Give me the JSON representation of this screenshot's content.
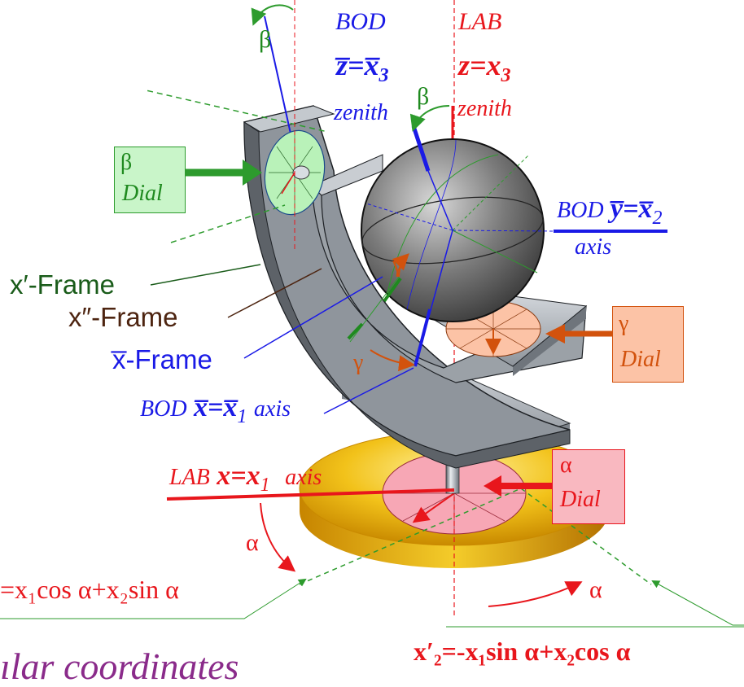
{
  "labels": {
    "bod": "BOD",
    "lab": "LAB",
    "bod_z": "z̅=x̅",
    "bod_z_sub": "3",
    "lab_z": "z=x",
    "lab_z_sub": "3",
    "zenith_bod": "zenith",
    "zenith_lab": "zenith",
    "beta_top": "β",
    "beta_mid": "β",
    "bod_y_prefix": "BOD",
    "bod_y": "y̅=x̅",
    "bod_y_sub": "2",
    "bod_y_axis": "axis",
    "x1_frame": "x′-Frame",
    "x2_frame": "x″-Frame",
    "xbar_frame": "x̅-Frame",
    "bod_x_prefix": "BOD",
    "bod_x": "x̅=x̅",
    "bod_x_sub": "1",
    "bod_x_axis": "axis",
    "gamma_sphere": "γ",
    "gamma_lower": "γ",
    "lab_x_prefix": "LAB",
    "lab_x": "x=x",
    "lab_x_sub": "1",
    "lab_x_axis": "axis",
    "alpha_left": "α",
    "alpha_right": "α",
    "eq_left": "=x₁cos α+x₂sin α",
    "eq_right": "x′₂=-x₁sin α+x₂cos α",
    "bottom_text": "ılar coordinates"
  },
  "dials": {
    "beta": {
      "symbol": "β",
      "label": "Dial"
    },
    "gamma": {
      "symbol": "γ",
      "label": "Dial"
    },
    "alpha": {
      "symbol": "α",
      "label": "Dial"
    }
  },
  "colors": {
    "bod": "#1a1ae6",
    "lab": "#e8161c",
    "beta_dial": "#2d9b2d",
    "gamma_dial": "#d2520d",
    "alpha_dial": "#e8161c",
    "frame_xprime": "#1a5c1a",
    "frame_xdprime": "#4d2410",
    "gold_base": "#e8b000"
  }
}
